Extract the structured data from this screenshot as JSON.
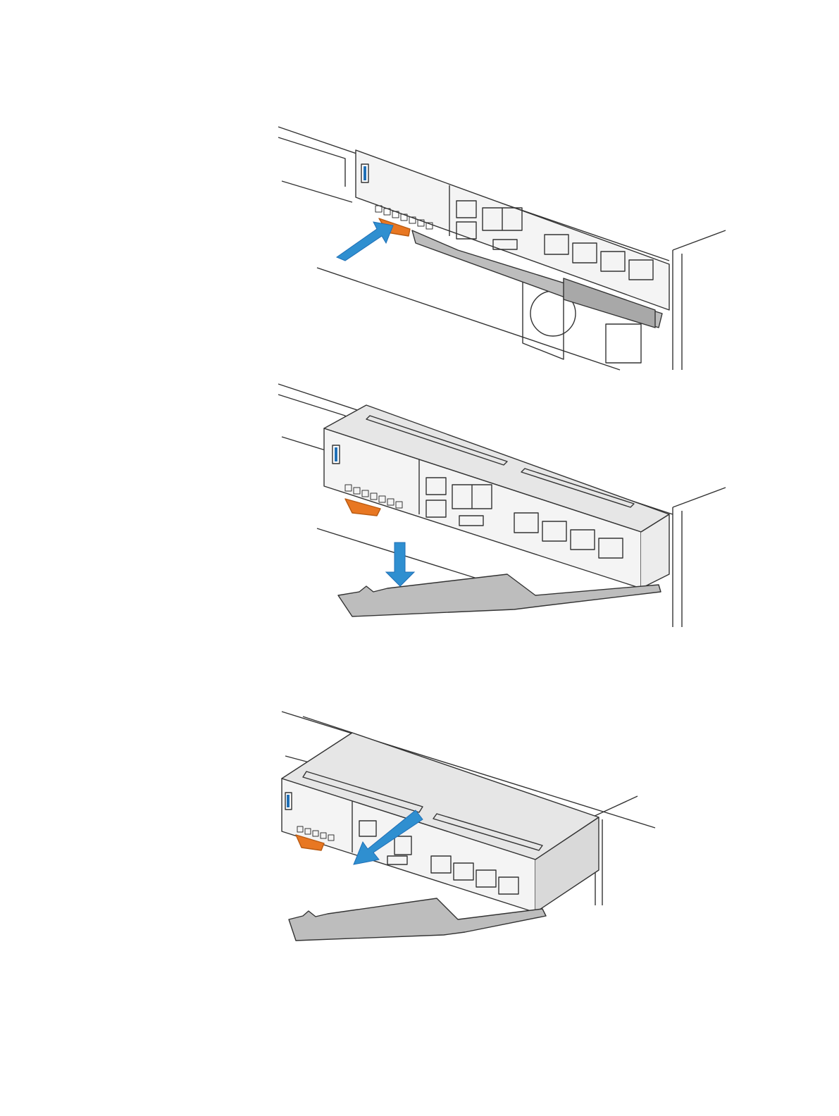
{
  "colors": {
    "line": "#333333",
    "module_face": "#f4f4f4",
    "module_top": "#e6e6e6",
    "handle": "#bdbdbd",
    "handle_dark": "#8f8f8f",
    "latch": "#e87722",
    "arrow": "#2f8fd0",
    "led": "#1f6fb6"
  },
  "steps": [
    {
      "id": "release-latch",
      "arrow_icon": "push-arrow-icon",
      "latch_icon": "orange-latch-icon"
    },
    {
      "id": "lower-handle",
      "arrow_icon": "down-arrow-icon",
      "latch_icon": "orange-latch-icon"
    },
    {
      "id": "pull-module",
      "arrow_icon": "pull-arrow-icon",
      "latch_icon": "orange-latch-icon"
    }
  ]
}
